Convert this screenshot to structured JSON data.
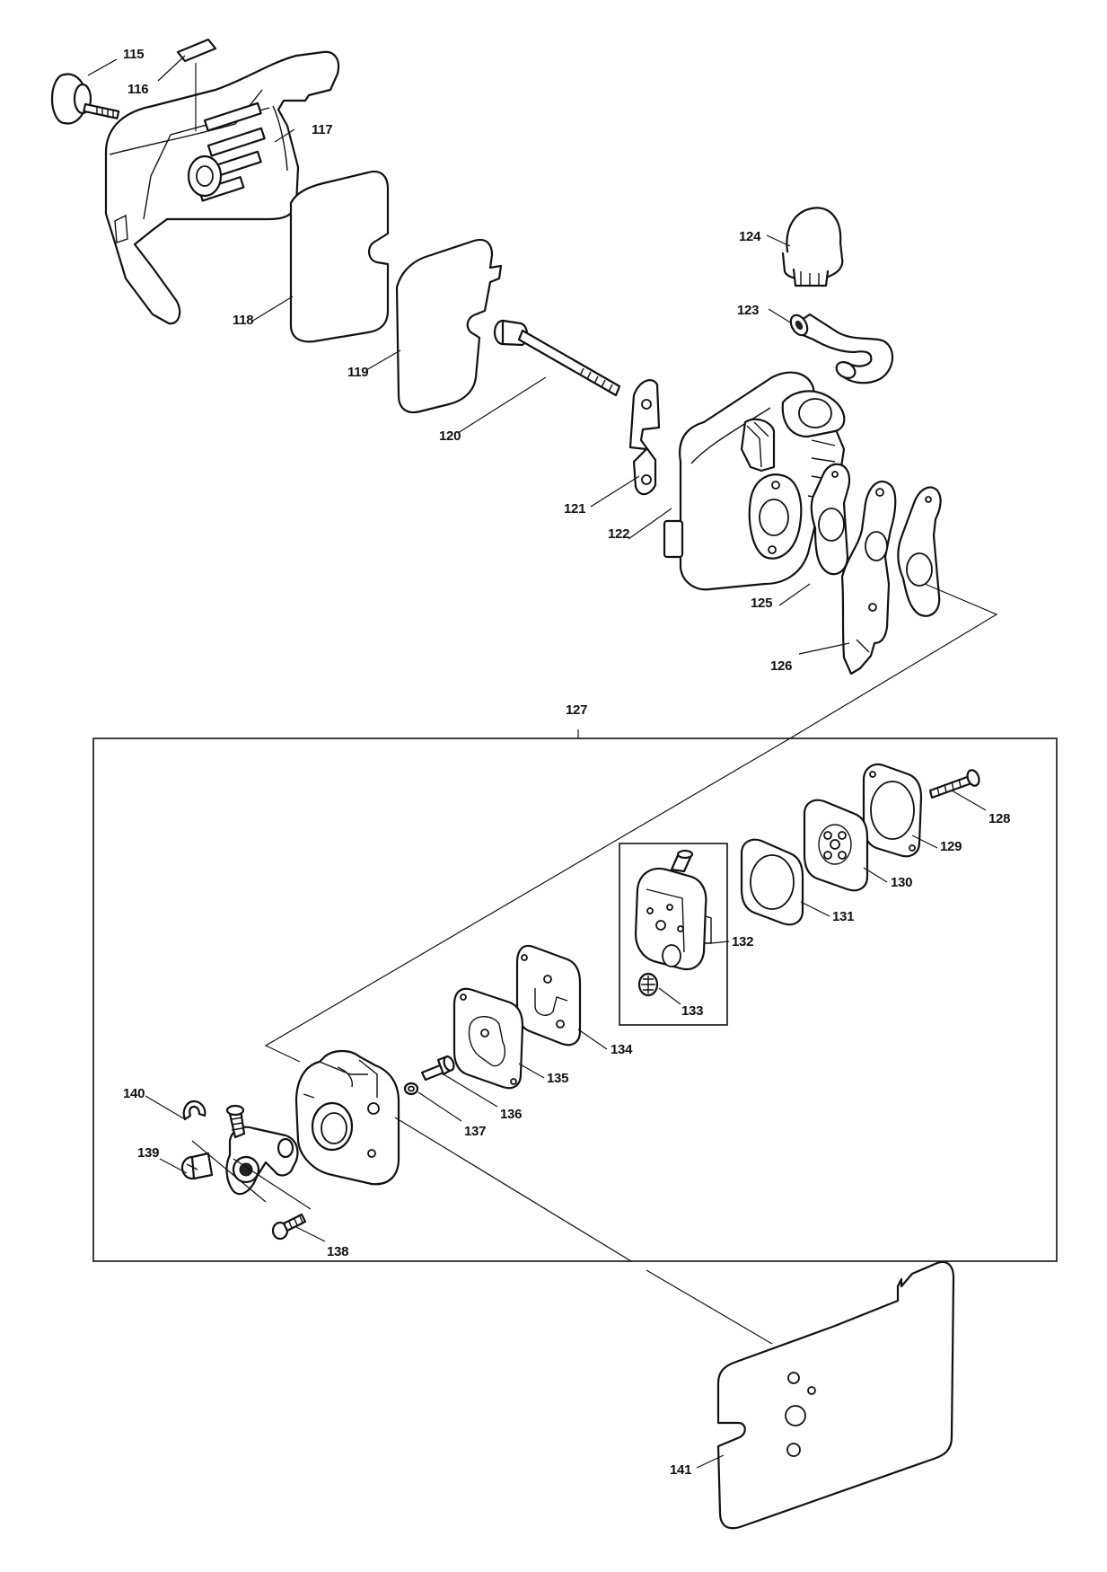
{
  "callouts": [
    {
      "id": "p115",
      "label": "115"
    },
    {
      "id": "p116",
      "label": "116"
    },
    {
      "id": "p117",
      "label": "117"
    },
    {
      "id": "p118",
      "label": "118"
    },
    {
      "id": "p119",
      "label": "119"
    },
    {
      "id": "p120",
      "label": "120"
    },
    {
      "id": "p121",
      "label": "121"
    },
    {
      "id": "p122",
      "label": "122"
    },
    {
      "id": "p123",
      "label": "123"
    },
    {
      "id": "p124",
      "label": "124"
    },
    {
      "id": "p125",
      "label": "125"
    },
    {
      "id": "p126",
      "label": "126"
    },
    {
      "id": "p127",
      "label": "127"
    },
    {
      "id": "p128",
      "label": "128"
    },
    {
      "id": "p129",
      "label": "129"
    },
    {
      "id": "p130",
      "label": "130"
    },
    {
      "id": "p131",
      "label": "131"
    },
    {
      "id": "p132",
      "label": "132"
    },
    {
      "id": "p133",
      "label": "133"
    },
    {
      "id": "p134",
      "label": "134"
    },
    {
      "id": "p135",
      "label": "135"
    },
    {
      "id": "p136",
      "label": "136"
    },
    {
      "id": "p137",
      "label": "137"
    },
    {
      "id": "p138",
      "label": "138"
    },
    {
      "id": "p139",
      "label": "139"
    },
    {
      "id": "p140",
      "label": "140"
    },
    {
      "id": "p141",
      "label": "141"
    }
  ]
}
